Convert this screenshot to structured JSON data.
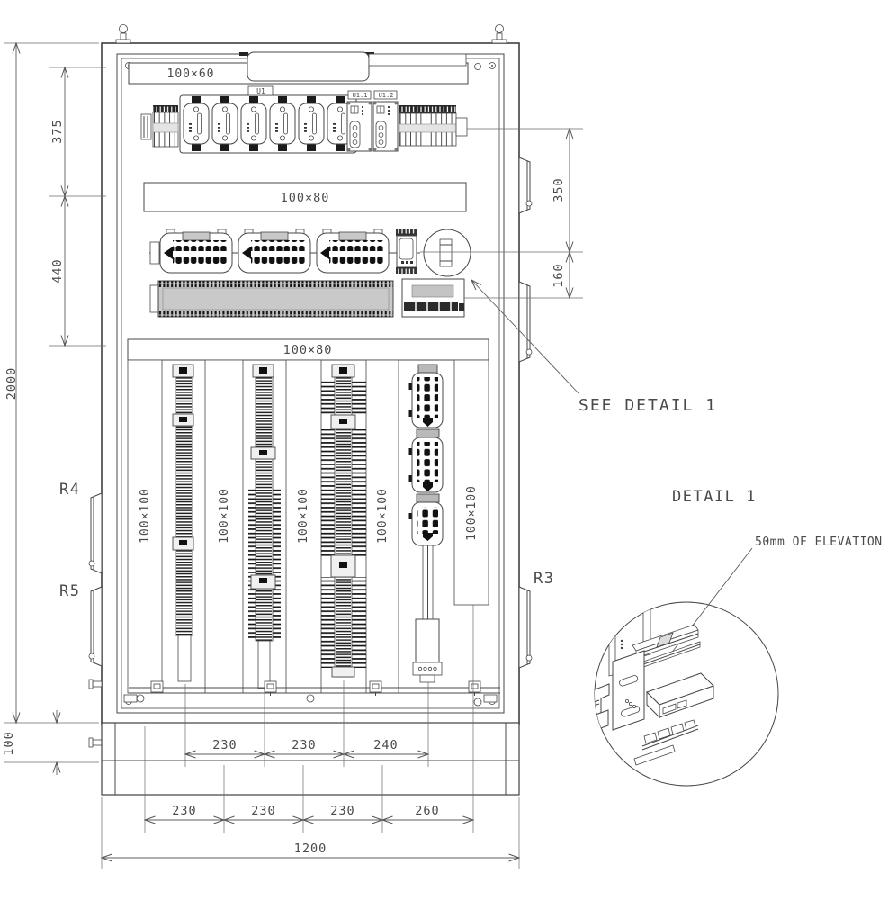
{
  "ducts": {
    "top": "100×60",
    "h1": "100×80",
    "h2": "100×80",
    "vertical": "100×100"
  },
  "devices": {
    "relay_group": "U1",
    "module_1": "U1.1",
    "module_2": "U1.2"
  },
  "dims": {
    "height": "2000",
    "top_section": "375",
    "mid_section": "440",
    "plinth": "100",
    "rail_gap_1": "350",
    "rail_gap_2": "160",
    "width": "1200",
    "row1": [
      "230",
      "230",
      "240"
    ],
    "row2": [
      "230",
      "230",
      "230",
      "260"
    ]
  },
  "labels": {
    "see_detail": "SEE DETAIL 1",
    "detail_title": "DETAIL 1",
    "elevation": "50mm OF ELEVATION",
    "r3": "R3",
    "r4": "R4",
    "r5": "R5"
  }
}
